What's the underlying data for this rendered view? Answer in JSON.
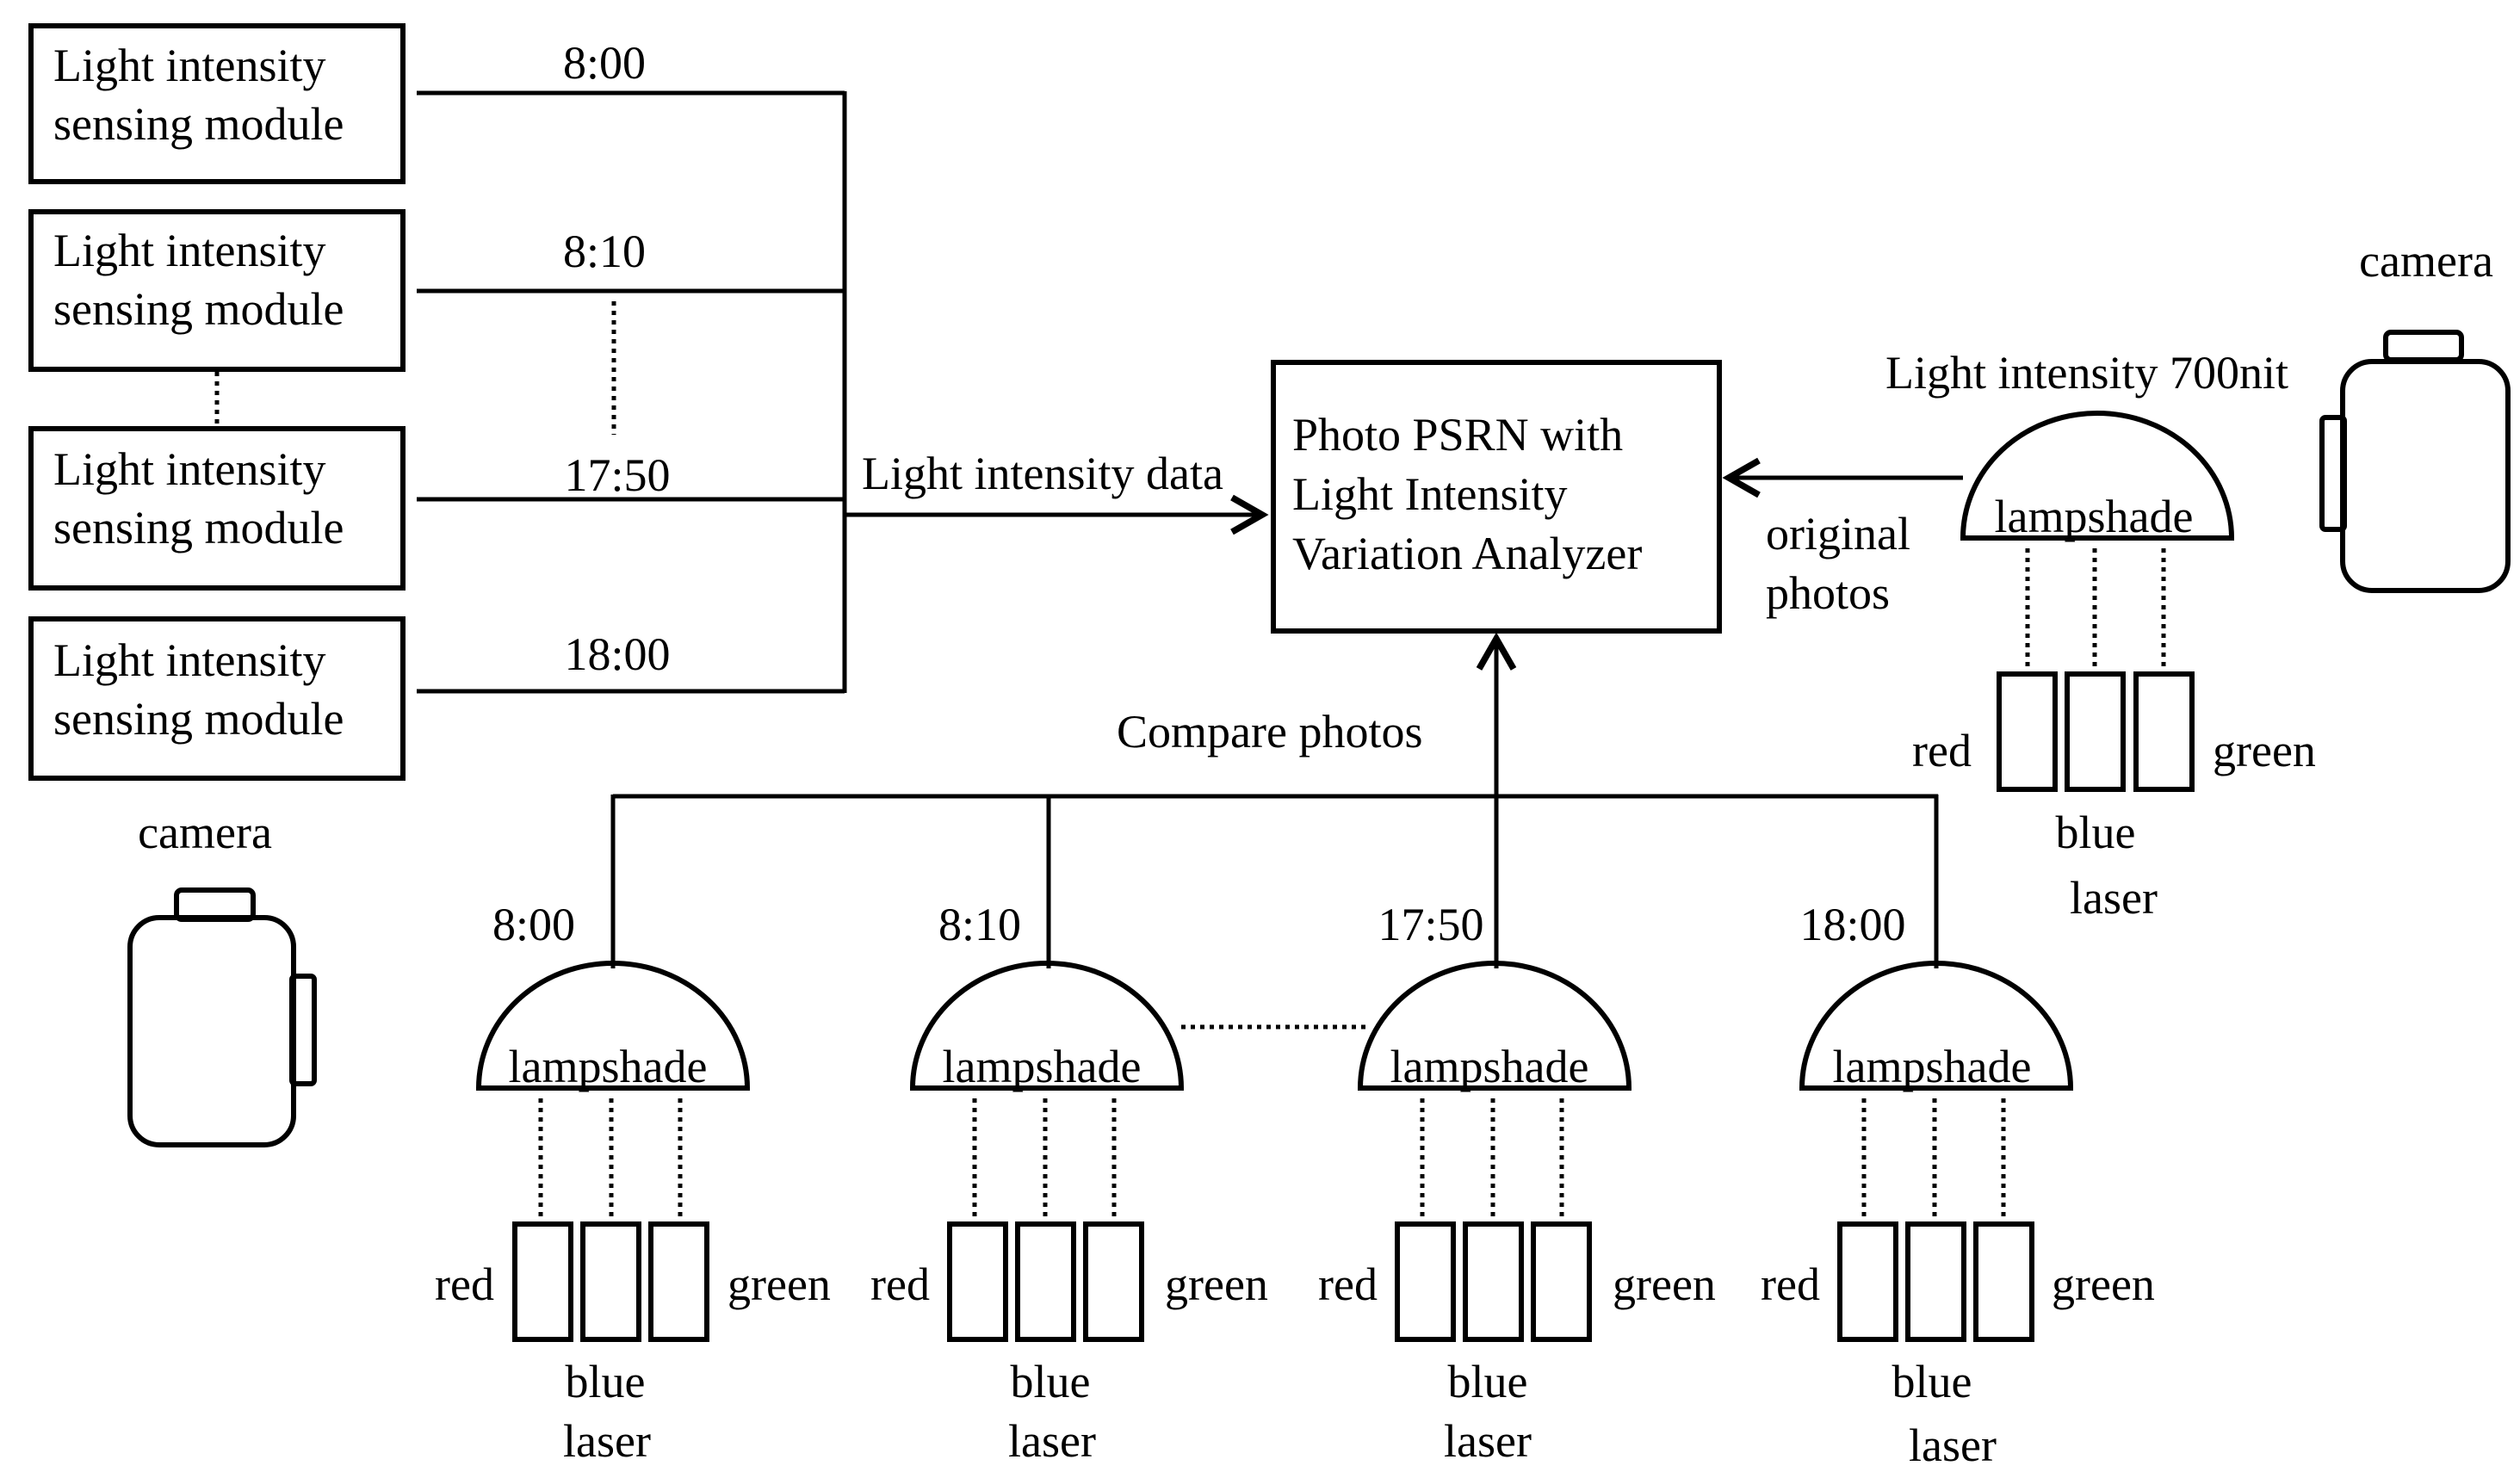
{
  "sensing_modules": [
    {
      "label_line1": "Light intensity",
      "label_line2": "sensing module",
      "time": "8:00"
    },
    {
      "label_line1": "Light intensity",
      "label_line2": "sensing module",
      "time": "8:10"
    },
    {
      "label_line1": "Light intensity",
      "label_line2": "sensing module",
      "time": "17:50"
    },
    {
      "label_line1": "Light intensity",
      "label_line2": "sensing module",
      "time": "18:00"
    }
  ],
  "left_camera": {
    "label": "camera"
  },
  "data_arrow_label": "Light intensity data",
  "analyzer": {
    "line1": "Photo PSRN with",
    "line2": "Light Intensity",
    "line3": "Variation Analyzer"
  },
  "reference": {
    "intensity_label": "Light intensity 700nit",
    "camera_label": "camera",
    "arrow_line1": "original",
    "arrow_line2": "photos",
    "lampshade": "lampshade",
    "red": "red",
    "blue": "blue",
    "green": "green",
    "laser": "laser"
  },
  "compare_label": "Compare photos",
  "lamps": [
    {
      "time": "8:00",
      "lampshade": "lampshade",
      "red": "red",
      "blue": "blue",
      "green": "green",
      "laser": "laser"
    },
    {
      "time": "8:10",
      "lampshade": "lampshade",
      "red": "red",
      "blue": "blue",
      "green": "green",
      "laser": "laser"
    },
    {
      "time": "17:50",
      "lampshade": "lampshade",
      "red": "red",
      "blue": "blue",
      "green": "green",
      "laser": "laser"
    },
    {
      "time": "18:00",
      "lampshade": "lampshade",
      "red": "red",
      "blue": "blue",
      "green": "green",
      "laser": "laser"
    }
  ]
}
